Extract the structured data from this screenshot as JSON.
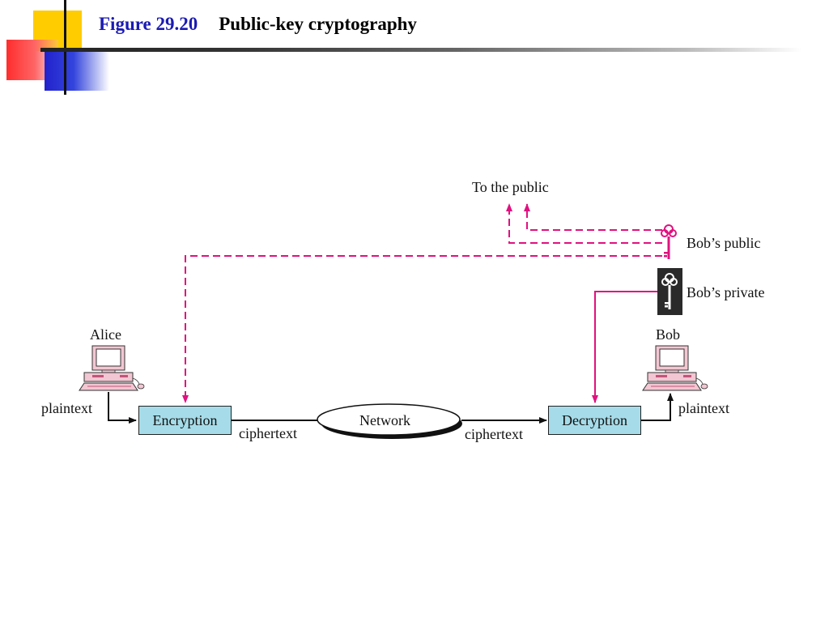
{
  "slide": {
    "figure_number": "Figure 29.20",
    "title": "Public-key cryptography"
  },
  "diagram": {
    "alice_label": "Alice",
    "bob_label": "Bob",
    "to_public_label": "To the public",
    "bob_public_label": "Bob’s public",
    "bob_private_label": "Bob’s private",
    "left_plaintext": "plaintext",
    "right_plaintext": "plaintext",
    "encryption_label": "Encryption",
    "decryption_label": "Decryption",
    "network_label": "Network",
    "left_ciphertext": "ciphertext",
    "right_ciphertext": "ciphertext",
    "colors": {
      "key_line": "#e0117f",
      "box_fill": "#a6dce9",
      "title_blue": "#1a1ab3"
    }
  }
}
